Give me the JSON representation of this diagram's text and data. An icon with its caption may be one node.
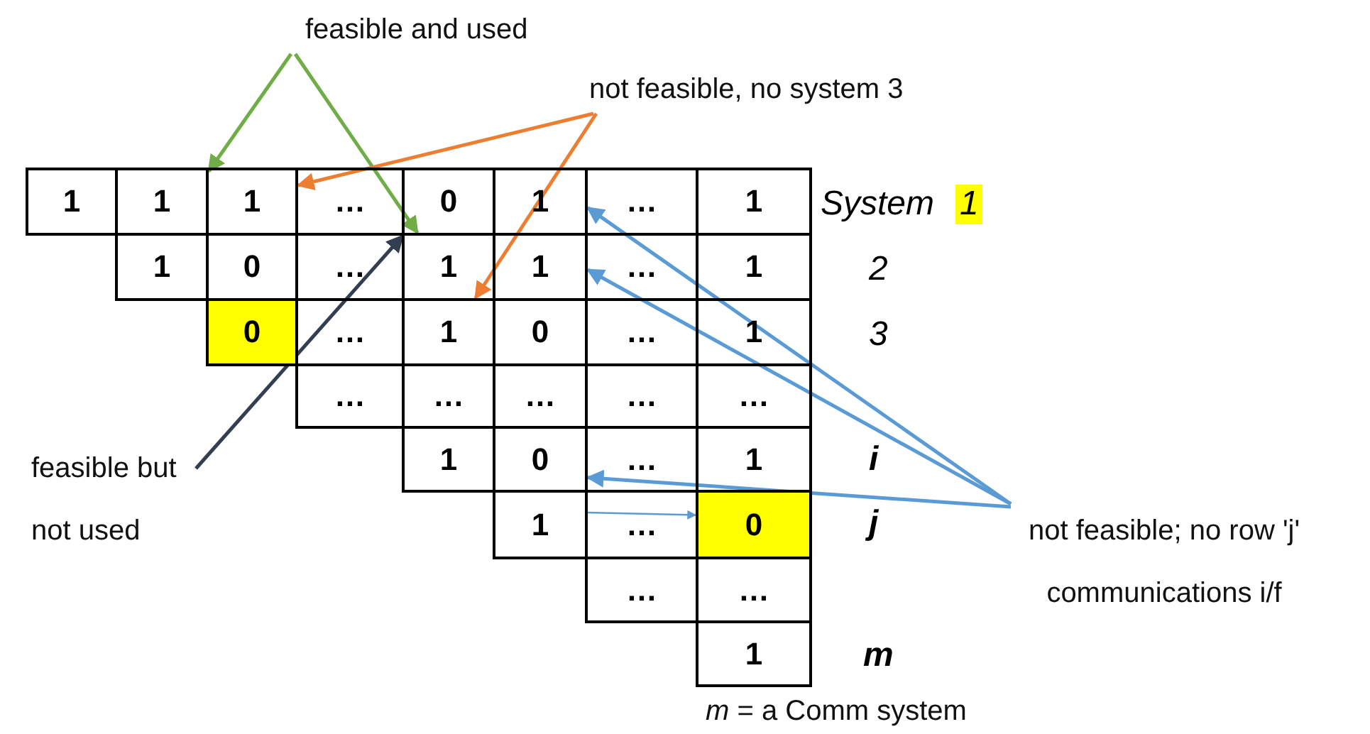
{
  "diagram": {
    "caption": "*m* = a Comm system",
    "nodes": [
      {
        "text": [
          "feasible and used"
        ]
      },
      {
        "text": [
          "not feasible, no system 3"
        ]
      },
      {
        "text": [
          "1"
        ]
      },
      {
        "text": [
          "1"
        ]
      },
      {
        "text": [
          "1"
        ]
      },
      {
        "text": [
          "…"
        ]
      },
      {
        "text": [
          "0"
        ]
      },
      {
        "text": [
          "1"
        ]
      },
      {
        "text": [
          "…"
        ]
      },
      {
        "text": [
          "1"
        ]
      },
      {
        "text": [
          "1"
        ]
      },
      {
        "text": [
          "0"
        ]
      },
      {
        "text": [
          "…"
        ]
      },
      {
        "text": [
          "1"
        ]
      },
      {
        "text": [
          "1"
        ]
      },
      {
        "text": [
          "…"
        ]
      },
      {
        "text": [
          "1"
        ]
      },
      {
        "text": [
          "0"
        ]
      },
      {
        "text": [
          "…"
        ]
      },
      {
        "text": [
          "1"
        ]
      },
      {
        "text": [
          "0"
        ]
      },
      {
        "text": [
          "…"
        ]
      },
      {
        "text": [
          "1"
        ]
      },
      {
        "text": [
          "…"
        ]
      },
      {
        "text": [
          "…"
        ]
      },
      {
        "text": [
          "…"
        ]
      },
      {
        "text": [
          "…"
        ]
      },
      {
        "text": [
          "…"
        ]
      },
      {
        "text": [
          "1"
        ]
      },
      {
        "text": [
          "0"
        ]
      },
      {
        "text": [
          "…"
        ]
      },
      {
        "text": [
          "1"
        ]
      },
      {
        "text": [
          "1"
        ]
      },
      {
        "text": [
          "…"
        ]
      },
      {
        "text": [
          "0"
        ]
      },
      {
        "text": [
          "…"
        ]
      },
      {
        "text": [
          "…"
        ]
      },
      {
        "text": [
          "1"
        ]
      },
      {
        "text": [
          "feasible but not used"
        ]
      },
      {
        "text": [
          "not feasible; no row 'j' communications i/f"
        ]
      }
    ],
    "edges": [
      {
        "from": 0,
        "to": 3,
        "arrow": "to",
        "color": "#70ad47"
      },
      {
        "from": 0,
        "to": 13,
        "arrow": "to",
        "color": "#70ad47"
      },
      {
        "from": 1,
        "to": 4,
        "arrow": "to",
        "color": "#ed7d31"
      },
      {
        "from": 1,
        "to": 19,
        "arrow": "to",
        "color": "#ed7d31"
      },
      {
        "from": 38,
        "to": 6,
        "arrow": "to",
        "color": "#333f50"
      },
      {
        "from": 39,
        "to": 7,
        "arrow": "to"
      },
      {
        "from": 39,
        "to": 14,
        "arrow": "to"
      },
      {
        "from": 39,
        "to": 29,
        "arrow": "to"
      },
      {
        "from": 32,
        "to": 34,
        "arrow": "to"
      }
    ],
    "labels": [
      "System",
      "1",
      "2",
      "3",
      "i",
      "j",
      "m"
    ]
  }
}
